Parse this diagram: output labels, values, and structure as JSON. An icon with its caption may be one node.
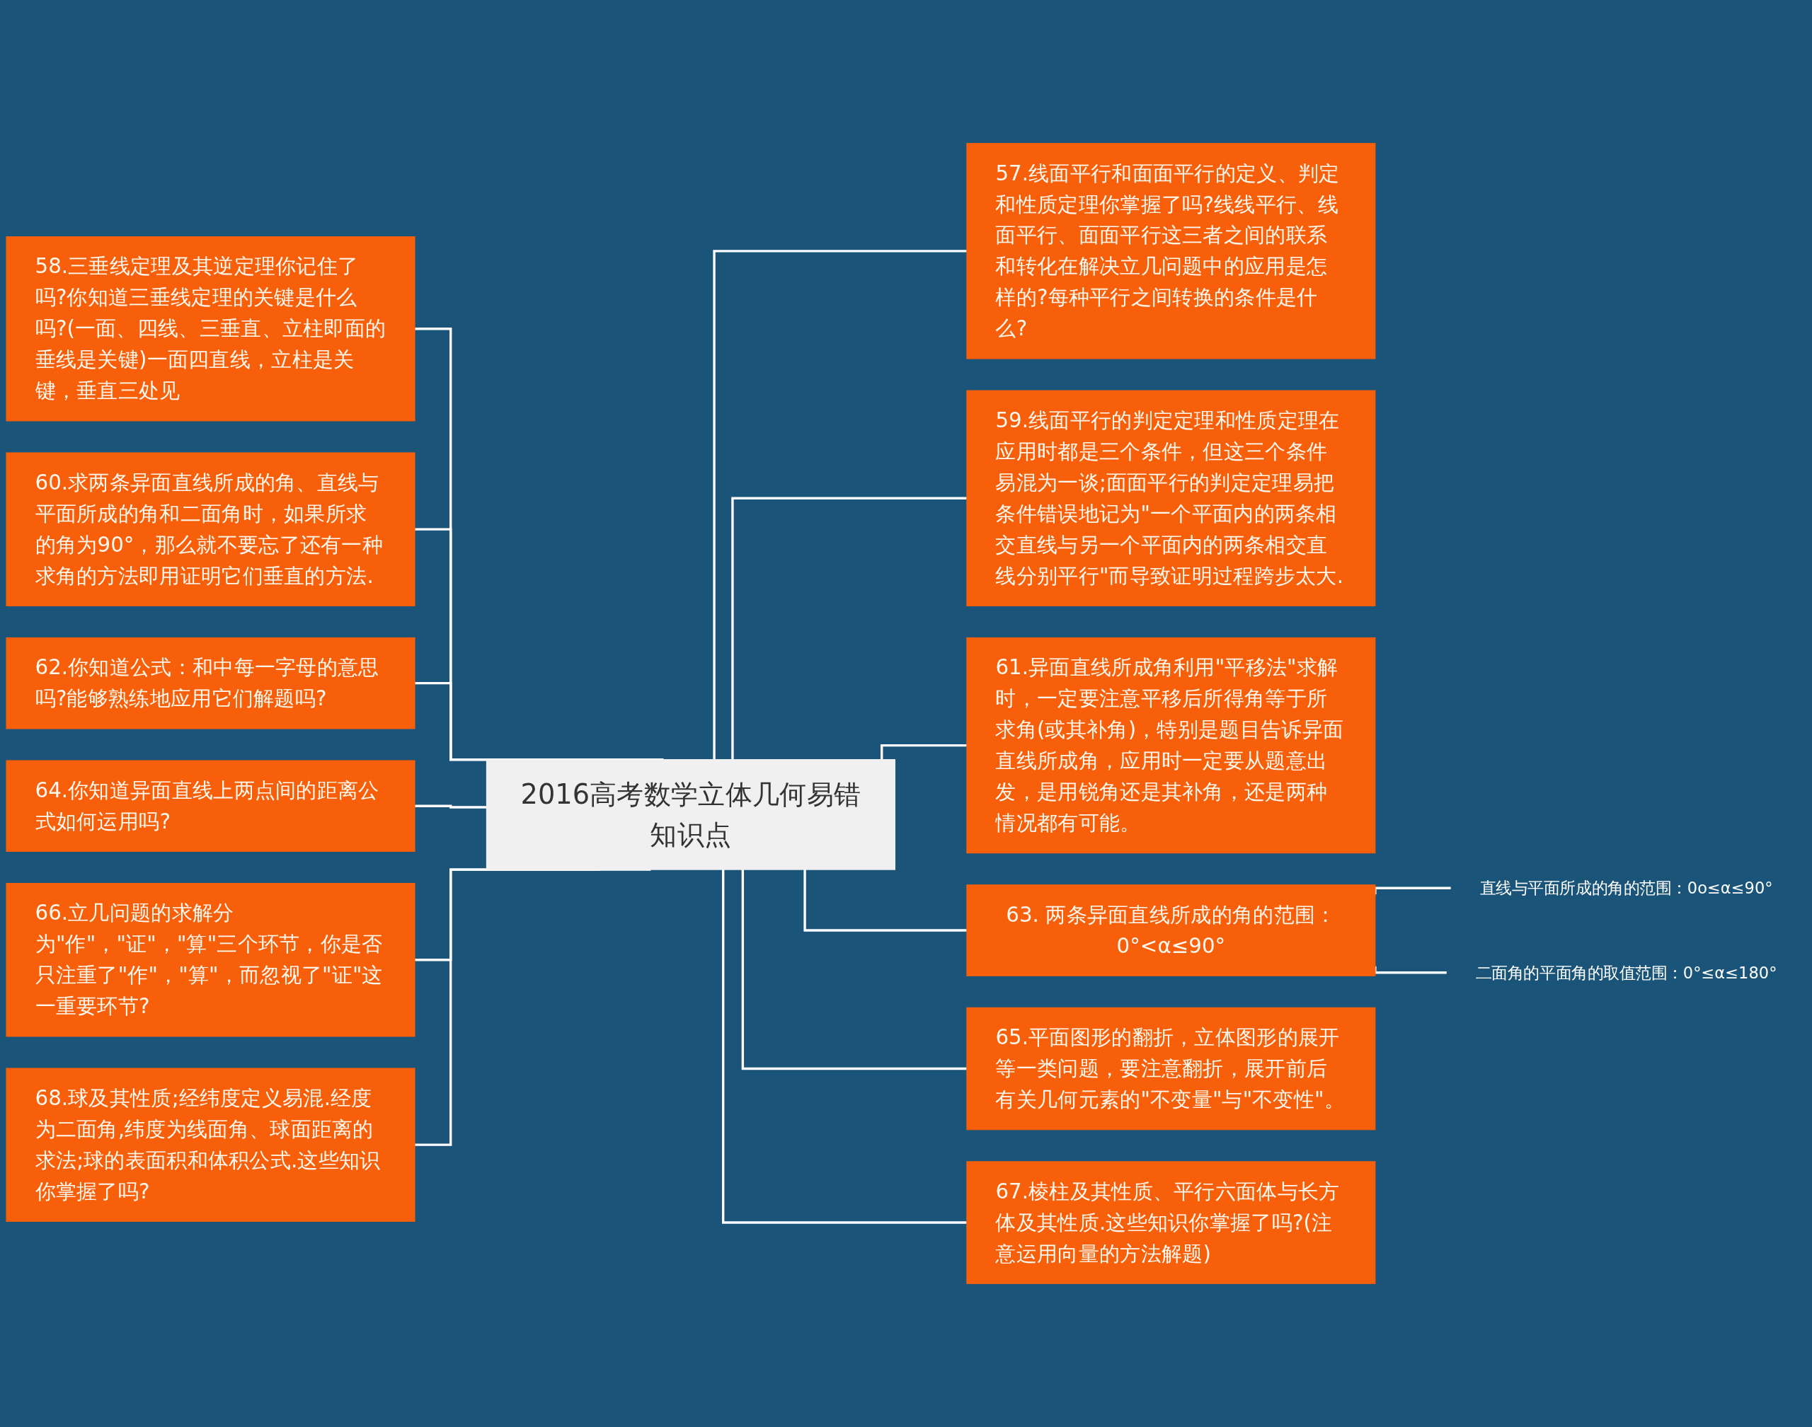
{
  "diagram": {
    "nodes": [
      {
        "text": [
          "2016高考数学立体几何易错知识点"
        ]
      },
      {
        "text": [
          "58.三垂线定理及其逆定理你记住了吗?你知道三垂线定理的关键是什么吗?(一面、四线、三垂直、立柱即面的垂线是关键)一面四直线，立柱是关键，垂直三处见"
        ]
      },
      {
        "text": [
          "60.求两条异面直线所成的角、直线与平面所成的角和二面角时，如果所求的角为90°，那么就不要忘了还有一种求角的方法即用证明它们垂直的方法."
        ]
      },
      {
        "text": [
          "62.你知道公式：和中每一字母的意思吗?能够熟练地应用它们解题吗?"
        ]
      },
      {
        "text": [
          "64.你知道异面直线上两点间的距离公式如何运用吗?"
        ]
      },
      {
        "text": [
          "66.立几问题的求解分为\"作\"，\"证\"，\"算\"三个环节，你是否只注重了\"作\"，\"算\"，而忽视了\"证\"这一重要环节?"
        ]
      },
      {
        "text": [
          "68.球及其性质;经纬度定义易混.经度为二面角,纬度为线面角、球面距离的求法;球的表面积和体积公式.这些知识你掌握了吗?"
        ]
      },
      {
        "text": [
          "57.线面平行和面面平行的定义、判定和性质定理你掌握了吗?线线平行、线面平行、面面平行这三者之间的联系和转化在解决立几问题中的应用是怎样的?每种平行之间转换的条件是什么?"
        ]
      },
      {
        "text": [
          "59.线面平行的判定定理和性质定理在应用时都是三个条件，但这三个条件易混为一谈;面面平行的判定定理易把条件错误地记为\"一个平面内的两条相交直线与另一个平面内的两条相交直线分别平行\"而导致证明过程跨步太大."
        ]
      },
      {
        "text": [
          "61.异面直线所成角利用\"平移法\"求解时，一定要注意平移后所得角等于所求角(或其补角)，特别是题目告诉异面直线所成角，应用时一定要从题意出发，是用锐角还是其补角，还是两种情况都有可能。"
        ]
      },
      {
        "text": [
          "63. 两条异面直线所成的角的范围：0°<α≤90°"
        ]
      },
      {
        "text": [
          "65.平面图形的翻折，立体图形的展开等一类问题，要注意翻折，展开前后有关几何元素的\"不变量\"与\"不变性\"。"
        ]
      },
      {
        "text": [
          "67.棱柱及其性质、平行六面体与长方体及其性质.这些知识你掌握了吗?(注意运用向量的方法解题)"
        ]
      },
      {
        "text": [
          "直线与平面所成的角的范围：0o≤α≤90°"
        ]
      },
      {
        "text": [
          "二面角的平面角的取值范围：0°≤α≤180°"
        ]
      }
    ],
    "edges": [
      {
        "from": 0,
        "to": 1,
        "arrow": "none"
      },
      {
        "from": 0,
        "to": 2,
        "arrow": "none"
      },
      {
        "from": 0,
        "to": 3,
        "arrow": "none"
      },
      {
        "from": 0,
        "to": 4,
        "arrow": "none"
      },
      {
        "from": 0,
        "to": 5,
        "arrow": "none"
      },
      {
        "from": 0,
        "to": 6,
        "arrow": "none"
      },
      {
        "from": 0,
        "to": 7,
        "arrow": "none"
      },
      {
        "from": 0,
        "to": 8,
        "arrow": "none"
      },
      {
        "from": 0,
        "to": 9,
        "arrow": "none"
      },
      {
        "from": 0,
        "to": 10,
        "arrow": "none"
      },
      {
        "from": 0,
        "to": 11,
        "arrow": "none"
      },
      {
        "from": 0,
        "to": 12,
        "arrow": "none"
      },
      {
        "from": 10,
        "to": 13,
        "arrow": "none"
      },
      {
        "from": 10,
        "to": 14,
        "arrow": "none"
      }
    ]
  }
}
